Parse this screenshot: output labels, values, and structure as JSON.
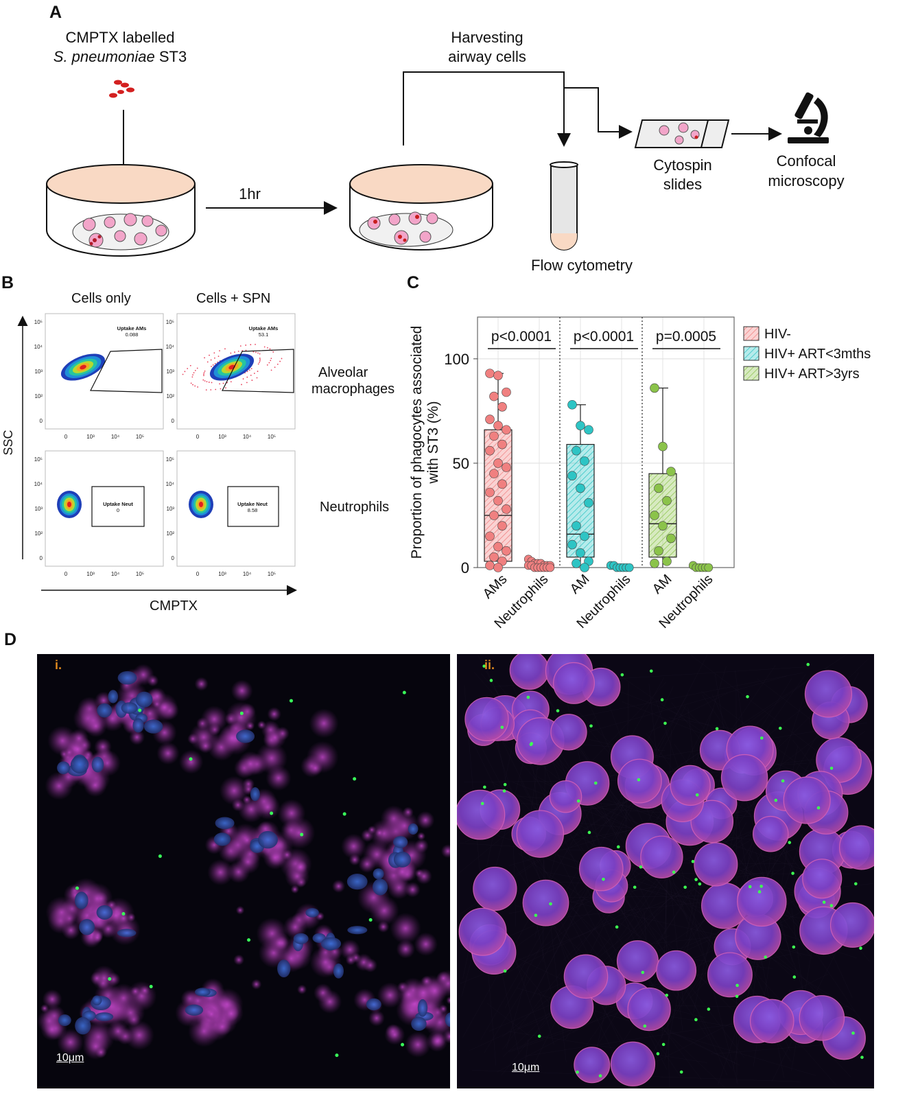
{
  "panel_labels": {
    "a": "A",
    "b": "B",
    "c": "C",
    "d": "D"
  },
  "panel_a": {
    "labelled_line1": "CMPTX labelled",
    "labelled_line2_italic": "S. pneumoniae",
    "labelled_line2_rest": " ST3",
    "time": "1hr",
    "harvest_line1": "Harvesting",
    "harvest_line2": "airway cells",
    "flow": "Flow cytometry",
    "cytospin_line1": "Cytospin",
    "cytospin_line2": "slides",
    "confocal_line1": "Confocal",
    "confocal_line2": "microscopy"
  },
  "panel_b": {
    "col1": "Cells only",
    "col2": "Cells + SPN",
    "row1_line1": "Alveolar",
    "row1_line2": "macrophages",
    "row2": "Neutrophils",
    "y_axis": "SSC",
    "x_axis": "CMPTX",
    "y_ticks": [
      "10⁵",
      "10⁴",
      "10³",
      "10²",
      "0"
    ],
    "x_ticks": [
      "0",
      "10³",
      "10⁴",
      "10⁵"
    ],
    "gates": [
      {
        "label": "Uptake AMs",
        "value": "0.088"
      },
      {
        "label": "Uptake AMs",
        "value": "53.1"
      },
      {
        "label": "Uptake Neut",
        "value": "0"
      },
      {
        "label": "Uptake Neut",
        "value": "8.58"
      }
    ]
  },
  "chart_data": {
    "type": "box",
    "ylabel": "Proportion of phagocytes associated with ST3 (%)",
    "ylim": [
      0,
      120
    ],
    "yticks": [
      0,
      50,
      100
    ],
    "categories": [
      "AMs",
      "Neutrophils",
      "AM",
      "Neutrophils",
      "AM",
      "Neutrophils"
    ],
    "legend_position": "right",
    "series": [
      {
        "name": "HIV-",
        "color": "#f08080",
        "am": {
          "min": 0,
          "q1": 3,
          "median": 25,
          "q3": 66,
          "max": 93,
          "points": [
            93,
            92,
            84,
            82,
            77,
            71,
            68,
            66,
            63,
            59,
            56,
            50,
            48,
            45,
            40,
            36,
            32,
            28,
            25,
            20,
            15,
            10,
            8,
            5,
            3,
            1,
            0
          ]
        },
        "neut": {
          "points": [
            4,
            3,
            2,
            2,
            2,
            1,
            1,
            1,
            1,
            1,
            0,
            0,
            0,
            0,
            0,
            0
          ]
        },
        "pvalue": "p<0.0001"
      },
      {
        "name": "HIV+ ART<3mths",
        "color": "#2ec4c4",
        "am": {
          "min": 0,
          "q1": 5,
          "median": 16,
          "q3": 59,
          "max": 78,
          "points": [
            78,
            68,
            66,
            56,
            51,
            44,
            38,
            31,
            20,
            15,
            11,
            7,
            3,
            2,
            0
          ]
        },
        "neut": {
          "points": [
            1,
            1,
            0,
            0,
            0,
            0,
            0
          ]
        },
        "pvalue": "p<0.0001"
      },
      {
        "name": "HIV+ ART>3yrs",
        "color": "#8bc34a",
        "am": {
          "min": 0,
          "q1": 5,
          "median": 21,
          "q3": 45,
          "max": 86,
          "points": [
            86,
            58,
            46,
            38,
            32,
            25,
            20,
            14,
            8,
            3,
            2
          ]
        },
        "neut": {
          "points": [
            1,
            0,
            0,
            0,
            0,
            0
          ]
        },
        "pvalue": "p=0.0005"
      }
    ]
  },
  "panel_d": {
    "image1_label": "i.",
    "image2_label": "ii.",
    "scale1": "10μm",
    "scale2": "10μm"
  }
}
